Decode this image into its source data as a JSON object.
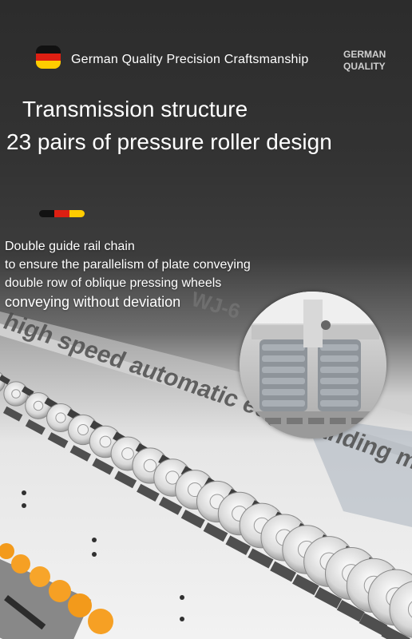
{
  "header": {
    "tagline": "German Quality  Precision Craftsmanship",
    "badge_line1": "GERMAN",
    "badge_line2": "QUALITY",
    "flag_colors": [
      "#111111",
      "#dd1f12",
      "#ffcc00"
    ]
  },
  "titles": {
    "line1": "Transmission structure",
    "line2": "23 pairs of pressure roller design"
  },
  "features": [
    "Double guide rail chain",
    "to ensure the parallelism of plate conveying",
    "double row of oblique pressing wheels",
    "conveying without deviation"
  ],
  "machine": {
    "label": "high speed automatic edge banding machine",
    "model_text": "WJ-6"
  },
  "icons": {
    "flag": "german-flag-icon",
    "stripe": "flag-stripe-icon"
  }
}
